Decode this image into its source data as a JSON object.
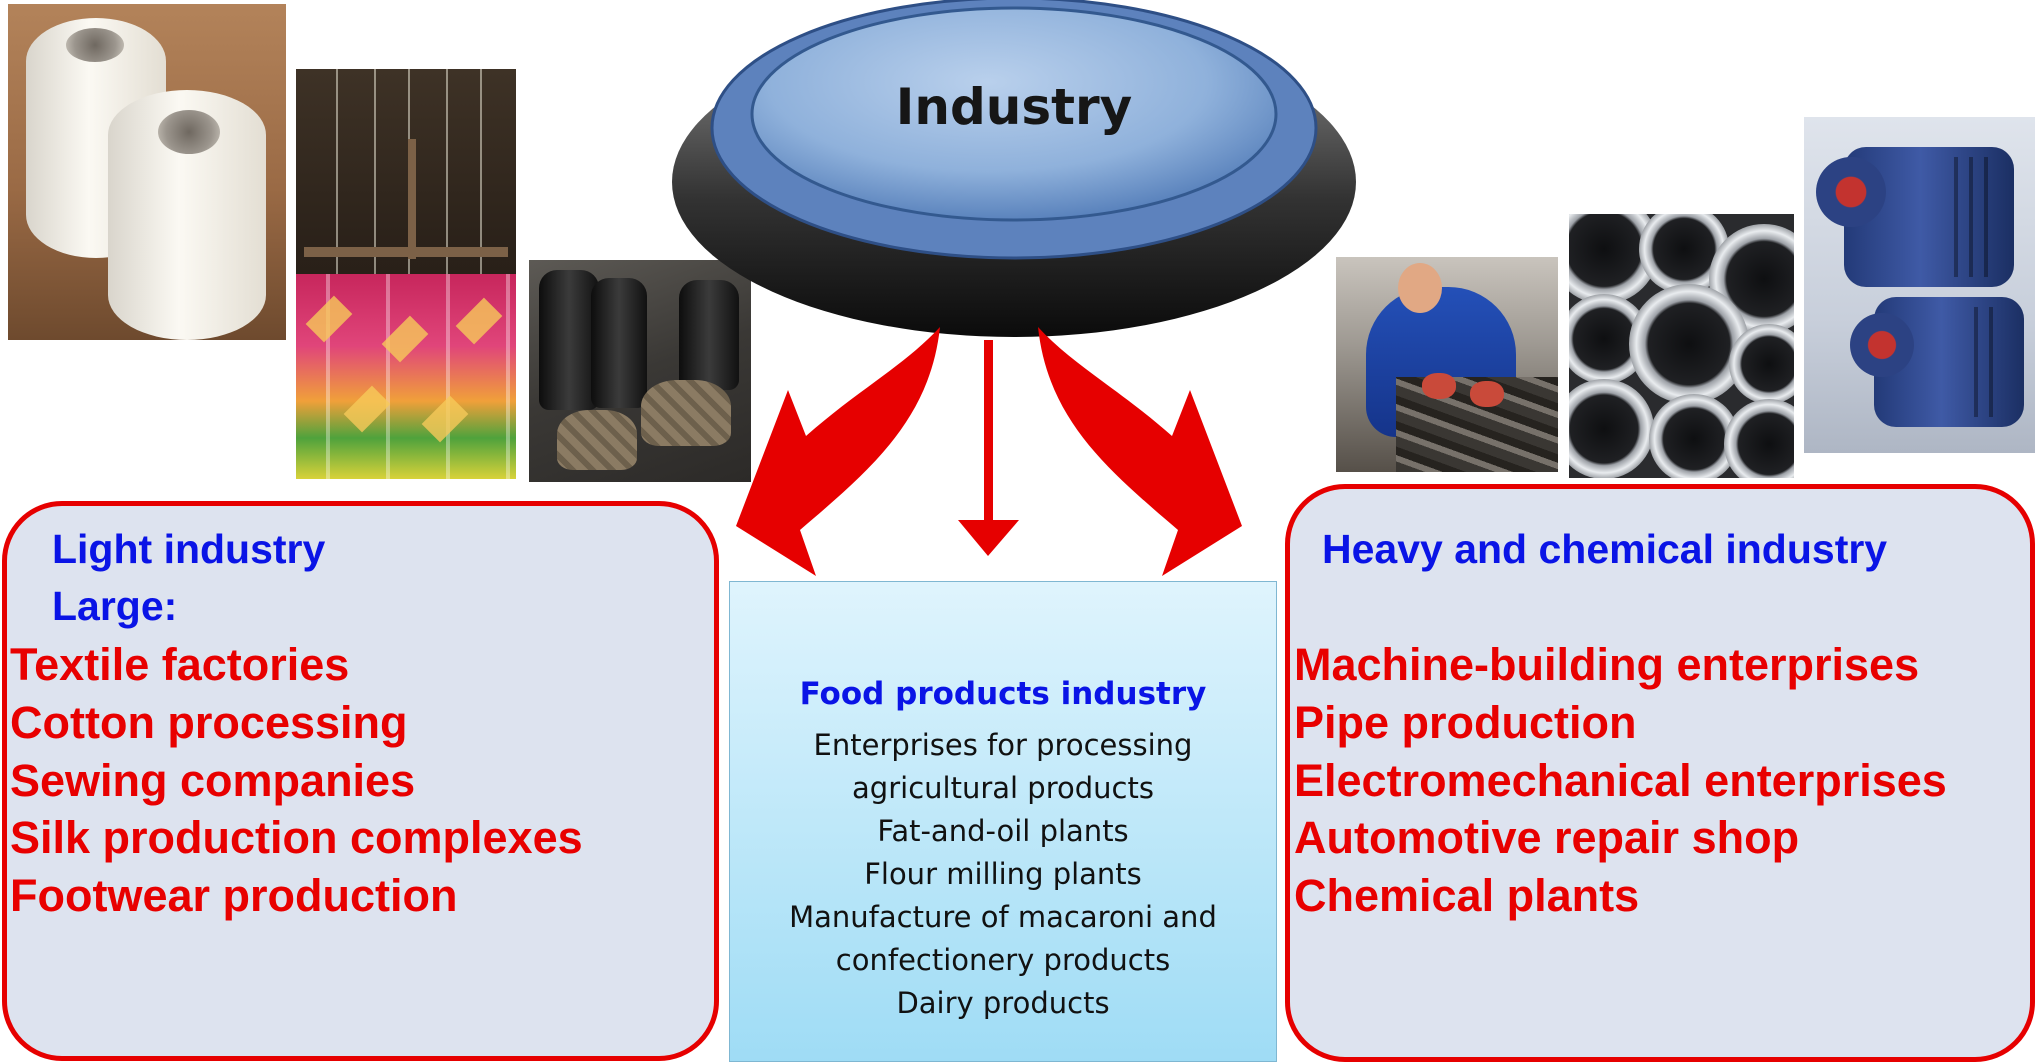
{
  "center": {
    "label": "Industry"
  },
  "light": {
    "title": "Light industry",
    "subtitle": "Large:",
    "items": [
      "Textile factories",
      "Cotton processing",
      "Sewing companies",
      "Silk production complexes",
      "Footwear production"
    ]
  },
  "food": {
    "title": "Food products industry",
    "lines": [
      "Enterprises for processing",
      "agricultural products",
      "Fat-and-oil plants",
      "Flour milling plants",
      "Manufacture of macaroni and",
      "confectionery products",
      "Dairy products"
    ]
  },
  "heavy": {
    "title": "Heavy and chemical industry",
    "items": [
      "Machine-building enterprises",
      "Pipe production",
      "Electromechanical enterprises",
      "Automotive repair shop",
      "Chemical plants"
    ]
  },
  "colors": {
    "heading_blue": "#0a14e6",
    "item_red": "#e80000",
    "box_fill": "#dde3ef",
    "arrow_red": "#e60000"
  }
}
